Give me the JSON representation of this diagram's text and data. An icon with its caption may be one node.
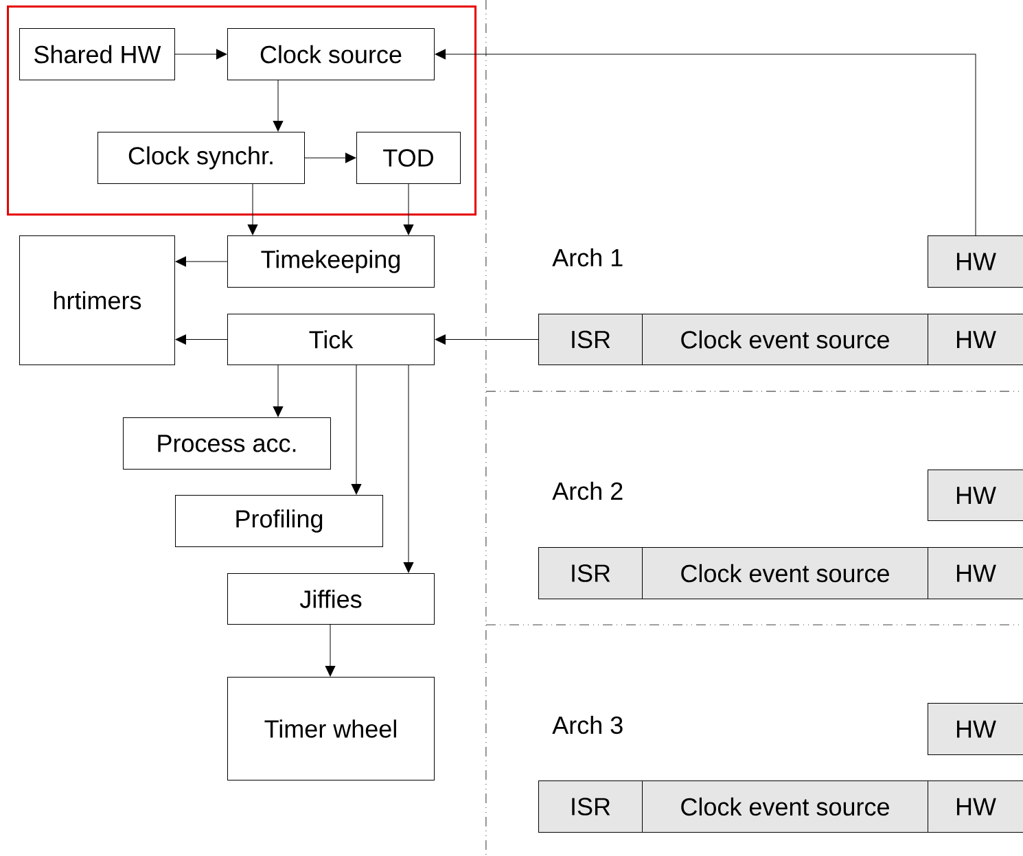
{
  "diagram": {
    "nodes": [
      {
        "text": [],
        "shape": "box"
      },
      {
        "text": [
          "Shared HW"
        ],
        "in": 0
      },
      {
        "text": [
          "Clock source"
        ],
        "in": 0
      },
      {
        "text": [
          "Clock synchr."
        ],
        "in": 0
      },
      {
        "text": [
          "TOD"
        ],
        "in": 0
      },
      {
        "text": [
          "Timekeeping"
        ]
      },
      {
        "text": [
          "hrtimers"
        ]
      },
      {
        "text": [
          "Tick"
        ]
      },
      {
        "text": [
          "Process acc."
        ]
      },
      {
        "text": [
          "Profiling"
        ]
      },
      {
        "text": [
          "Jiffies"
        ]
      },
      {
        "text": [
          "Timer wheel"
        ]
      },
      {
        "text": [
          "HW"
        ]
      },
      {
        "text": [
          "ISR"
        ]
      },
      {
        "text": [
          "Clock event source"
        ]
      },
      {
        "text": [
          "HW"
        ]
      },
      {
        "text": [
          "HW"
        ]
      },
      {
        "text": [
          "ISR"
        ]
      },
      {
        "text": [
          "Clock event source"
        ]
      },
      {
        "text": [
          "HW"
        ]
      },
      {
        "text": [
          "HW"
        ]
      },
      {
        "text": [
          "ISR"
        ]
      },
      {
        "text": [
          "Clock event source"
        ]
      },
      {
        "text": [
          "HW"
        ]
      }
    ],
    "edges": [
      {
        "from": 1,
        "to": 2,
        "arrow": "to"
      },
      {
        "from": 2,
        "to": 3,
        "arrow": "to"
      },
      {
        "from": 3,
        "to": 4,
        "arrow": "to"
      },
      {
        "from": 3,
        "to": 5,
        "arrow": "to"
      },
      {
        "from": 4,
        "to": 5,
        "arrow": "to"
      },
      {
        "from": 5,
        "to": 6,
        "arrow": "to"
      },
      {
        "from": 7,
        "to": 6,
        "arrow": "to"
      },
      {
        "from": 7,
        "to": 8,
        "arrow": "to"
      },
      {
        "from": 7,
        "to": 9,
        "arrow": "to"
      },
      {
        "from": 7,
        "to": 10,
        "arrow": "to"
      },
      {
        "from": 10,
        "to": 11,
        "arrow": "to"
      },
      {
        "from": 12,
        "to": 2,
        "arrow": "to"
      },
      {
        "from": 13,
        "to": 7,
        "arrow": "to"
      }
    ],
    "labels": [
      "Arch 1",
      "Arch 2",
      "Arch 3"
    ]
  }
}
